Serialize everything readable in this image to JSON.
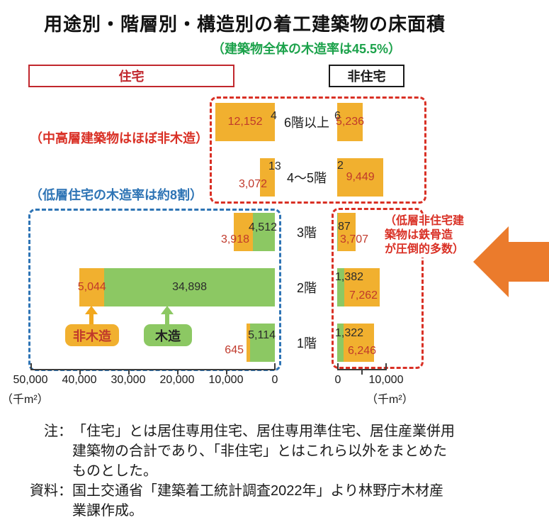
{
  "title": "用途別・階層別・構造別の着工建築物の床面積",
  "wood_rate_note": "（建築物全体の木造率は45.5%）",
  "headers": {
    "residential": "住宅",
    "non_residential": "非住宅"
  },
  "annotations": {
    "mid_high_rise": "（中高層建築物はほぼ非木造）",
    "low_rise_residential": "（低層住宅の木造率は約8割）",
    "low_rise_non_residential": "（低層非住宅建\n築物は鉄骨造\nが圧倒的多数）"
  },
  "legend": {
    "non_wood": "非木造",
    "wood": "木造"
  },
  "axes": {
    "residential_ticks": [
      "50,000",
      "40,000",
      "30,000",
      "20,000",
      "10,000",
      "0"
    ],
    "non_residential_ticks": [
      "0",
      "10,000"
    ],
    "unit_left": "（千m²）",
    "unit_right": "（千m²）"
  },
  "notes": {
    "note_label": "注：",
    "note_body": "「住宅」とは居住専用住宅、居住専用準住宅、居住産業併用\n建築物の合計であり、「非住宅」とはこれら以外をまとめた\nものとした。",
    "source_label": "資料：",
    "source_body": "国土交通省「建築着工統計調査2022年」より林野庁木材産\n業課作成。"
  },
  "colors": {
    "wood": "#8CC863",
    "non_wood": "#F1B02F",
    "red_accent": "#D93025",
    "blue_accent": "#2E74B5",
    "green_text": "#1CA24B",
    "arrow_orange": "#EB7B2C",
    "value_red": "#C0392B",
    "value_dark": "#2b2b2b",
    "header_red": "#C1272D",
    "header_black": "#1a1a1a"
  },
  "chart_data": {
    "type": "bar",
    "orientation": "horizontal",
    "layout": "two-sided-diverging",
    "unit": "千m²",
    "title": "用途別・階層別・構造別の着工建築物の床面積",
    "categories": [
      "6階以上",
      "4～5階",
      "3階",
      "2階",
      "1階"
    ],
    "left_axis": {
      "group": "住宅",
      "range": [
        0,
        50000
      ],
      "direction": "right-to-left",
      "ticks": [
        50000,
        40000,
        30000,
        20000,
        10000,
        0
      ]
    },
    "right_axis": {
      "group": "非住宅",
      "range": [
        0,
        10000
      ],
      "direction": "left-to-right",
      "ticks": [
        0,
        10000
      ]
    },
    "series": [
      {
        "name": "住宅・非木造",
        "values": [
          12152,
          3072,
          3918,
          5044,
          645
        ]
      },
      {
        "name": "住宅・木造",
        "values": [
          4,
          13,
          4512,
          34898,
          5114
        ]
      },
      {
        "name": "非住宅・木造",
        "values": [
          6,
          2,
          87,
          1382,
          1322
        ]
      },
      {
        "name": "非住宅・非木造",
        "values": [
          5236,
          9449,
          3707,
          7262,
          6246
        ]
      }
    ],
    "rows": [
      {
        "floor": "6階以上",
        "residential": {
          "wood": 4,
          "nonwood": 12152,
          "wood_label": "4",
          "nonwood_label": "12,152"
        },
        "non_residential": {
          "wood": 6,
          "nonwood": 5236,
          "wood_label": "6",
          "nonwood_label": "5,236"
        }
      },
      {
        "floor": "4～5階",
        "residential": {
          "wood": 13,
          "nonwood": 3072,
          "wood_label": "13",
          "nonwood_label": "3,072"
        },
        "non_residential": {
          "wood": 2,
          "nonwood": 9449,
          "wood_label": "2",
          "nonwood_label": "9,449"
        }
      },
      {
        "floor": "3階",
        "residential": {
          "wood": 4512,
          "nonwood": 3918,
          "wood_label": "4,512",
          "nonwood_label": "3,918"
        },
        "non_residential": {
          "wood": 87,
          "nonwood": 3707,
          "wood_label": "87",
          "nonwood_label": "3,707"
        }
      },
      {
        "floor": "2階",
        "residential": {
          "wood": 34898,
          "nonwood": 5044,
          "wood_label": "34,898",
          "nonwood_label": "5,044"
        },
        "non_residential": {
          "wood": 1382,
          "nonwood": 7262,
          "wood_label": "1,382",
          "nonwood_label": "7,262"
        }
      },
      {
        "floor": "1階",
        "residential": {
          "wood": 5114,
          "nonwood": 645,
          "wood_label": "5,114",
          "nonwood_label": "645"
        },
        "non_residential": {
          "wood": 1322,
          "nonwood": 6246,
          "wood_label": "1,322",
          "nonwood_label": "6,246"
        }
      }
    ]
  }
}
